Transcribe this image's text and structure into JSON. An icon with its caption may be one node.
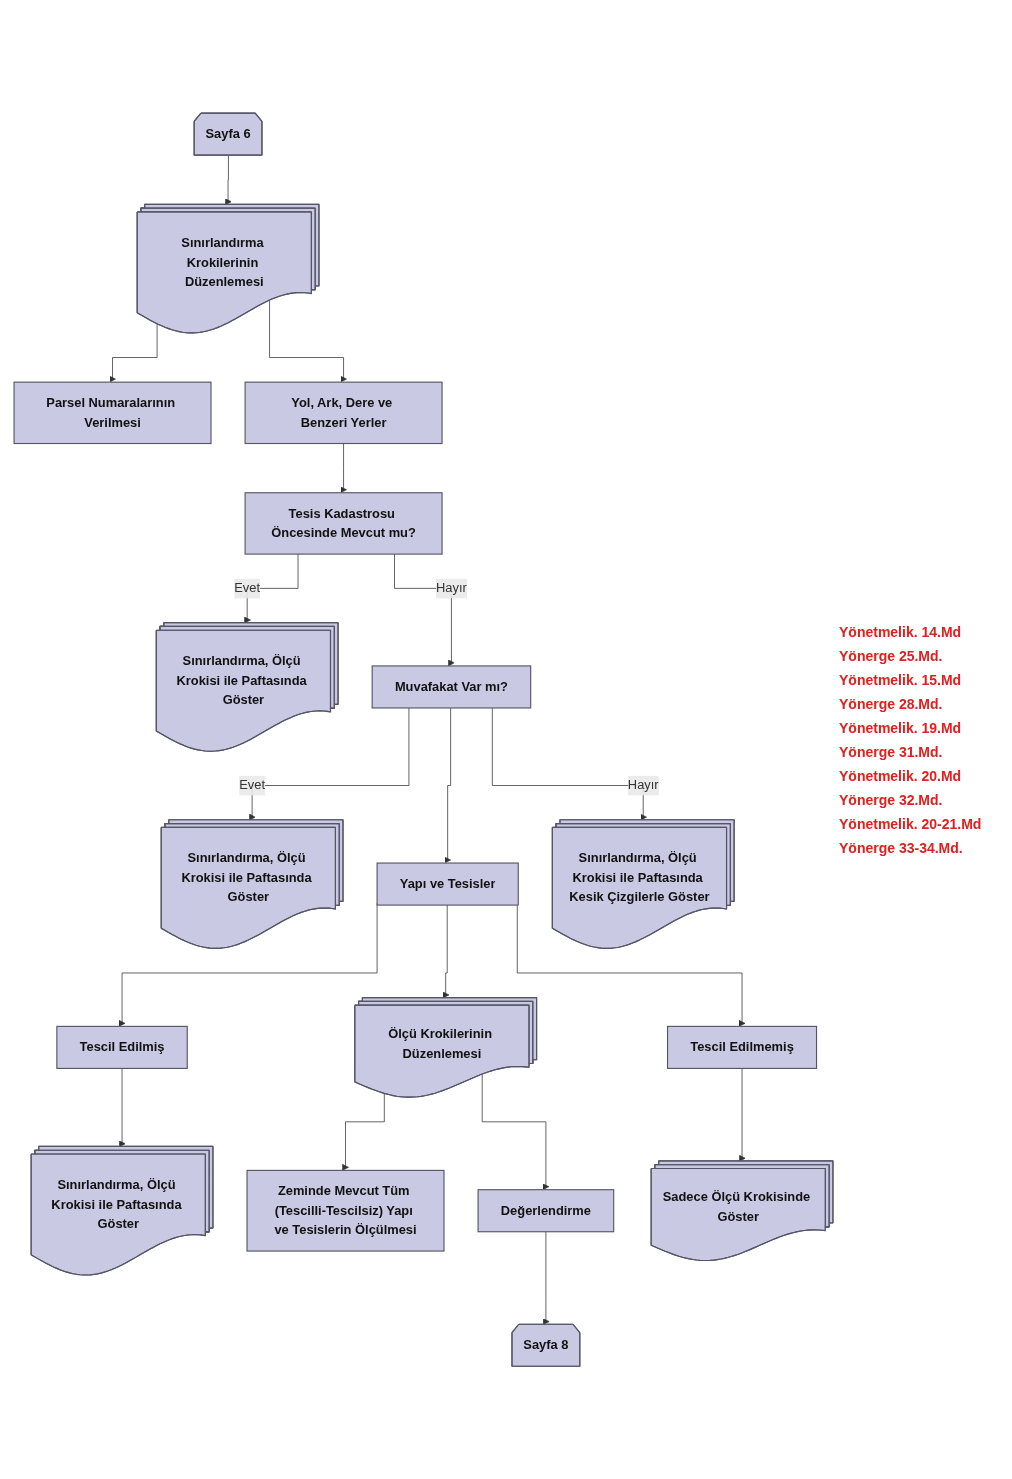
{
  "diagram": {
    "nodes": [
      {
        "text": [
          "Sayfa 6"
        ]
      },
      {
        "text": [
          "Sınırlandırma Krokilerinin Düzenlemesi"
        ]
      },
      {
        "text": [
          "Parsel Numaralarının Verilmesi"
        ]
      },
      {
        "text": [
          "Yol, Ark, Dere ve Benzeri Yerler"
        ]
      },
      {
        "text": [
          "Tesis Kadastrosu Öncesinde Mevcut mu?"
        ]
      },
      {
        "text": [
          "Sınırlandırma, Ölçü Krokisi ile Paftasında Göster"
        ]
      },
      {
        "text": [
          "Muvafakat Var mı?"
        ]
      },
      {
        "text": [
          "Sınırlandırma, Ölçü Krokisi ile Paftasında Göster"
        ]
      },
      {
        "text": [
          "Sınırlandırma, Ölçü Krokisi ile Paftasında Kesik Çizgilerle Göster"
        ]
      },
      {
        "text": [
          "Yapı ve Tesisler"
        ]
      },
      {
        "text": [
          "Tescil Edilmiş"
        ]
      },
      {
        "text": [
          "Tescil Edilmemiş"
        ]
      },
      {
        "text": [
          "Sınırlandırma, Ölçü Krokisi ile Paftasında Göster"
        ]
      },
      {
        "text": [
          "Sadece Ölçü Krokisinde Göster"
        ]
      },
      {
        "text": [
          "Ölçü Krokilerinin Düzenlemesi"
        ]
      },
      {
        "text": [
          "Zeminde Mevcut Tüm (Tescilli-Tescilsiz) Yapı ve Tesislerin Ölçülmesi"
        ]
      },
      {
        "text": [
          "Değerlendirme"
        ]
      },
      {
        "text": [
          "Sayfa 8"
        ]
      }
    ],
    "edges": [
      {
        "from": 0,
        "to": 1,
        "arrow": "to"
      },
      {
        "from": 1,
        "to": 2,
        "arrow": "to"
      },
      {
        "from": 1,
        "to": 3,
        "arrow": "to"
      },
      {
        "from": 3,
        "to": 4,
        "arrow": "to"
      },
      {
        "from": 4,
        "to": 5,
        "arrow": "to",
        "label": "Evet"
      },
      {
        "from": 4,
        "to": 6,
        "arrow": "to",
        "label": "Hayır"
      },
      {
        "from": 6,
        "to": 7,
        "arrow": "to",
        "label": "Evet"
      },
      {
        "from": 6,
        "to": 8,
        "arrow": "to",
        "label": "Hayır"
      },
      {
        "from": 6,
        "to": 9,
        "arrow": "to"
      },
      {
        "from": 9,
        "to": 10,
        "arrow": "to"
      },
      {
        "from": 9,
        "to": 11,
        "arrow": "to"
      },
      {
        "from": 10,
        "to": 12,
        "arrow": "to"
      },
      {
        "from": 11,
        "to": 13,
        "arrow": "to"
      },
      {
        "from": 9,
        "to": 14,
        "arrow": "to"
      },
      {
        "from": 14,
        "to": 15,
        "arrow": "to"
      },
      {
        "from": 14,
        "to": 16,
        "arrow": "to"
      },
      {
        "from": 16,
        "to": 17,
        "arrow": "to"
      }
    ],
    "labels": [
      "Yönetmelik. 14.Md",
      "Yönerge 25.Md.",
      "Yönetmelik. 15.Md",
      "Yönerge 28.Md.",
      "Yönetmelik. 19.Md",
      "Yönerge 31.Md.",
      "Yönetmelik. 20.Md",
      "Yönerge 32.Md.",
      "Yönetmelik. 20-21.Md",
      "Yönerge 33-34.Md."
    ]
  }
}
